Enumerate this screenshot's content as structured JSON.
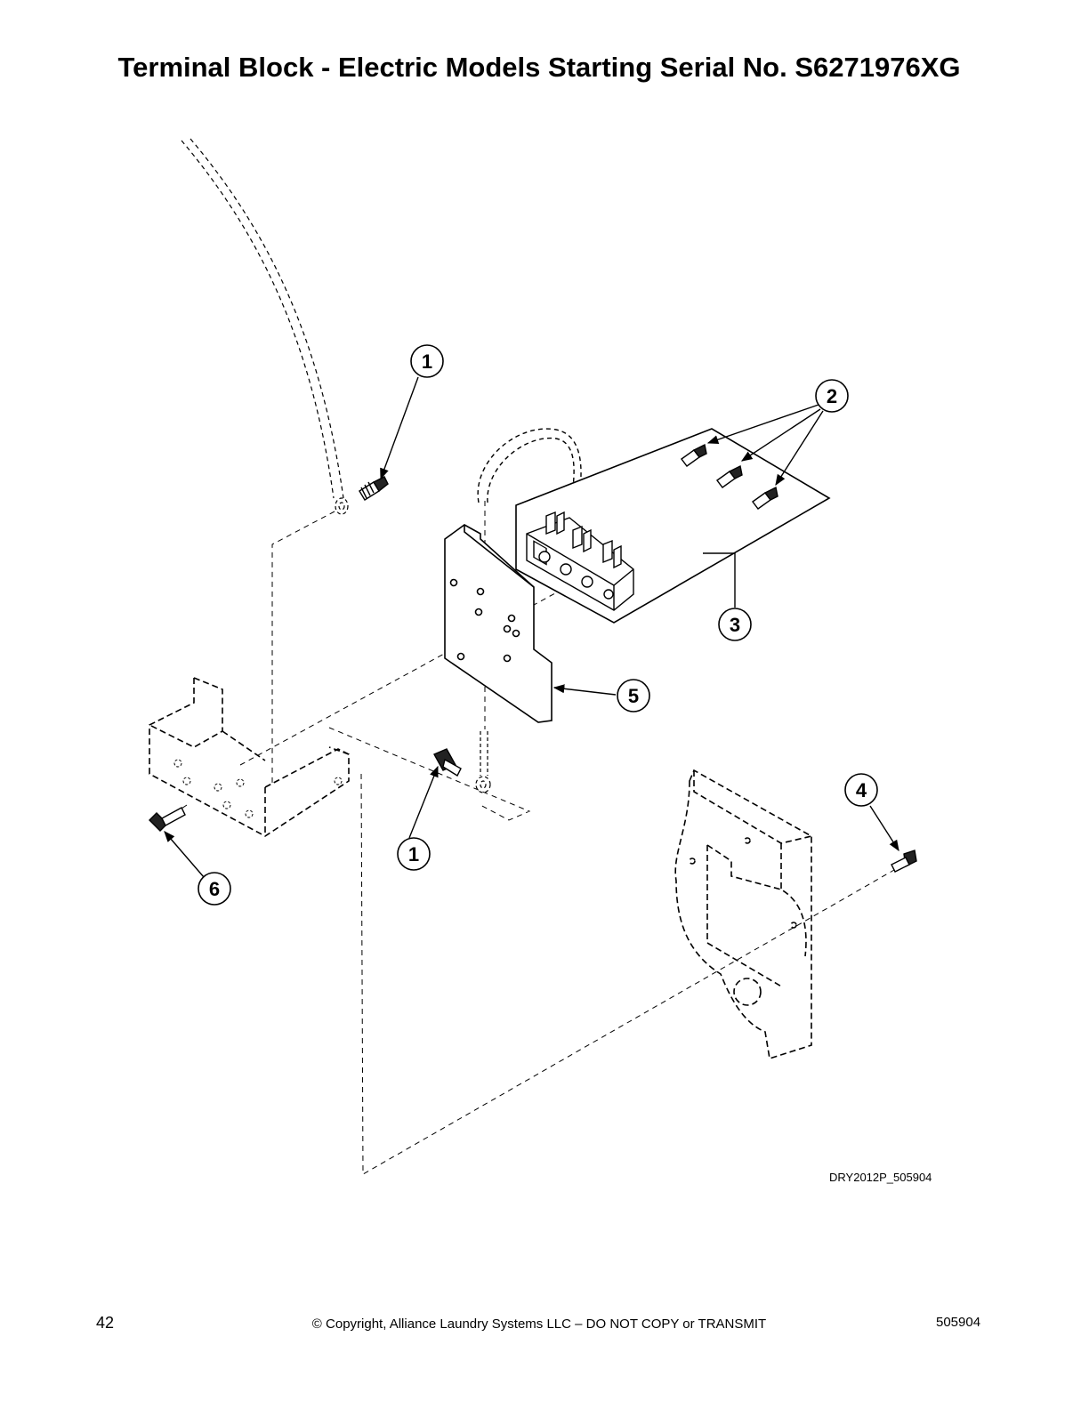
{
  "page": {
    "title": "Terminal Block - Electric Models Starting Serial No. S6271976XG",
    "figure_code": "DRY2012P_505904",
    "footer": {
      "page_number": "42",
      "copyright": "© Copyright, Alliance Laundry Systems LLC – DO NOT COPY or TRANSMIT",
      "doc_number": "505904"
    }
  },
  "diagram": {
    "callouts": [
      "1",
      "2",
      "3",
      "4",
      "5",
      "6",
      "1"
    ]
  }
}
